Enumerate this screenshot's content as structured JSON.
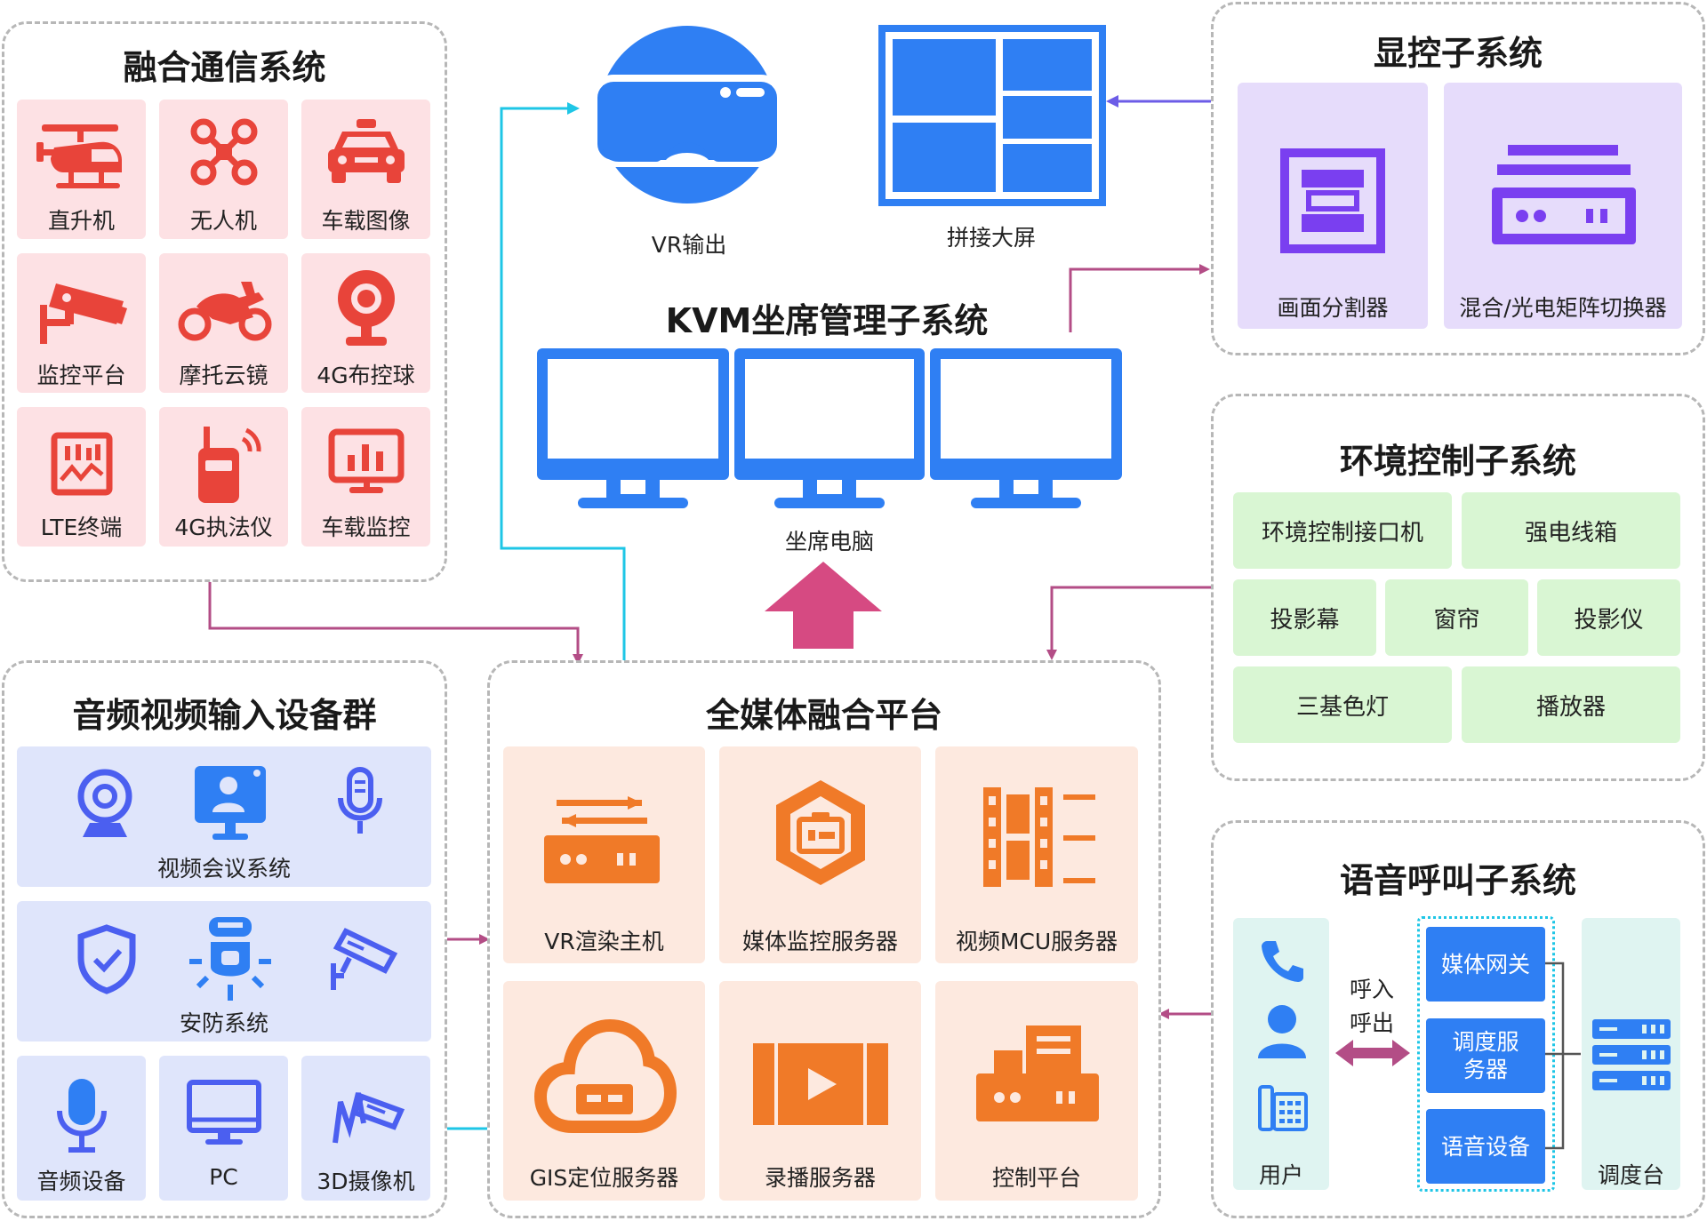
{
  "fusion_comm": {
    "title": "融合通信系统",
    "items": [
      "直升机",
      "无人机",
      "车载图像",
      "监控平台",
      "摩托云镜",
      "4G布控球",
      "LTE终端",
      "4G执法仪",
      "车载监控"
    ]
  },
  "av_input": {
    "title": "音频视频输入设备群",
    "video_conf": "视频会议系统",
    "security": "安防系统",
    "items": [
      "音频设备",
      "PC",
      "3D摄像机"
    ]
  },
  "top": {
    "vr_output": "VR输出",
    "splice_screen": "拼接大屏",
    "kvm_title": "KVM坐席管理子系统",
    "seat_pc": "坐席电脑"
  },
  "media_platform": {
    "title": "全媒体融合平台",
    "items": [
      "VR渲染主机",
      "媒体监控服务器",
      "视频MCU服务器",
      "GIS定位服务器",
      "录播服务器",
      "控制平台"
    ]
  },
  "display_ctrl": {
    "title": "显控子系统",
    "items": [
      "画面分割器",
      "混合/光电矩阵切换器"
    ]
  },
  "env_ctrl": {
    "title": "环境控制子系统",
    "items": [
      "环境控制接口机",
      "强电线箱",
      "投影幕",
      "窗帘",
      "投影仪",
      "三基色灯",
      "播放器"
    ]
  },
  "voice_call": {
    "title": "语音呼叫子系统",
    "user": "用户",
    "call_in": "呼入",
    "call_out": "呼出",
    "media_gateway": "媒体网关",
    "dispatch_server": "调度服务器",
    "voice_device": "语音设备",
    "dispatch_desk": "调度台"
  },
  "colors": {
    "red_icon": "#e8443a",
    "blue_icon": "#2f7ff3",
    "indigo_icon": "#4b5ff0",
    "orange_icon": "#f07a28",
    "purple_icon": "#7a3ff0",
    "arrow_cyan": "#1ec6e6",
    "arrow_pink": "#b34d86",
    "arrow_purple": "#6c5ce7"
  }
}
